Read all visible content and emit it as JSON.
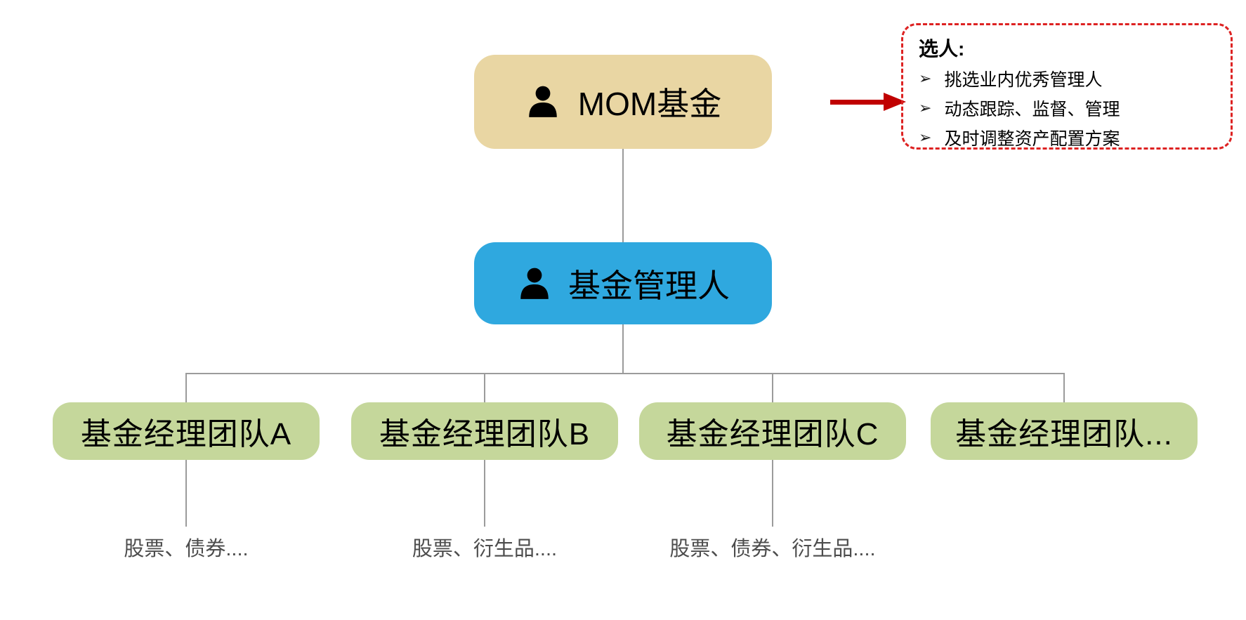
{
  "diagram": {
    "type": "org-chart",
    "root": {
      "label": "MOM基金",
      "icon": "person",
      "fill": "#E9D6A3"
    },
    "manager": {
      "label": "基金管理人",
      "icon": "person",
      "fill": "#2FA8DF"
    },
    "teams": [
      {
        "label": "基金经理团队A",
        "sublabel": "股票、债券...."
      },
      {
        "label": "基金经理团队B",
        "sublabel": "股票、衍生品...."
      },
      {
        "label": "基金经理团队C",
        "sublabel": "股票、债券、衍生品...."
      },
      {
        "label": "基金经理团队...",
        "sublabel": ""
      }
    ],
    "team_fill": "#C5D79B",
    "connector_color": "#9B9B9B"
  },
  "callout": {
    "title": "选人:",
    "marker": "➢",
    "bullets": [
      "挑选业内优秀管理人",
      "动态跟踪、监督、管理",
      "及时调整资产配置方案"
    ],
    "border_color": "#DD2222",
    "arrow_color": "#C00000"
  }
}
